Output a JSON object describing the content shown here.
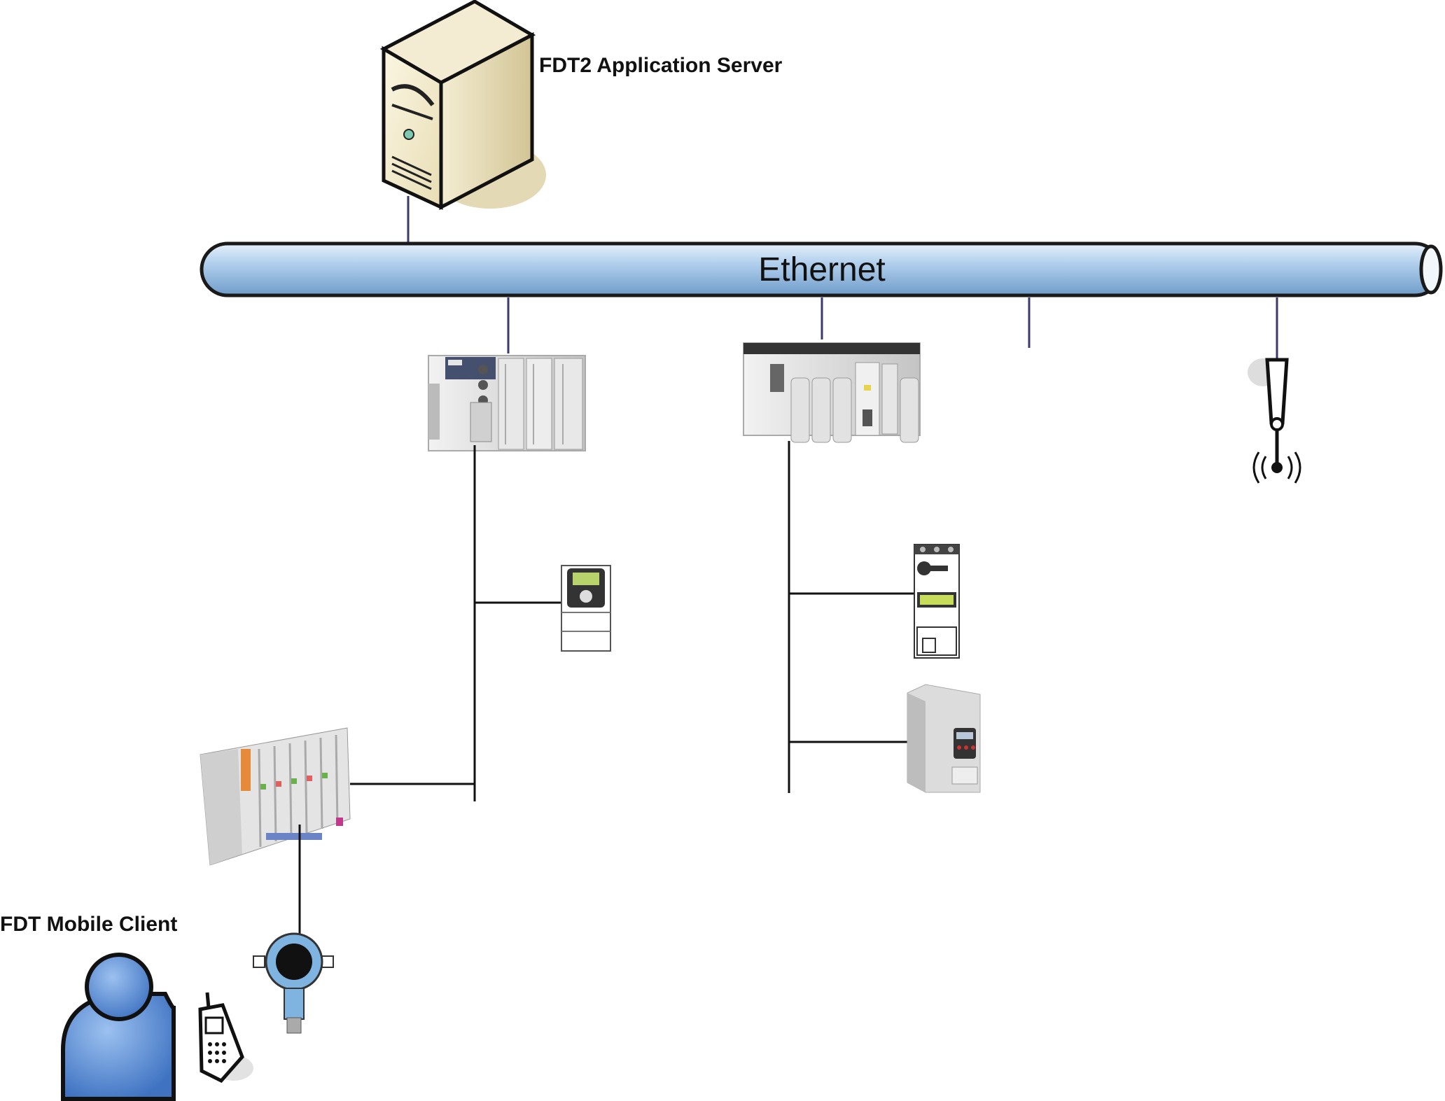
{
  "labels": {
    "server": "FDT2 Application Server",
    "bus": "Ethernet",
    "mobile_client": "FDT Mobile Client"
  },
  "colors": {
    "bus_fill": "#9dc3e6",
    "bus_stroke": "#1a1a1a",
    "person_fill": "#5b8fd6",
    "device_gray": "#d8d8d8",
    "line": "#111111",
    "link_blue": "#3a3a6e"
  },
  "icons": [
    "server-icon",
    "plc-rack-icon",
    "modular-plc-icon",
    "wireless-antenna-icon",
    "hmi-drive-icon",
    "motor-starter-icon",
    "variable-speed-drive-icon",
    "remote-io-icon",
    "pressure-transmitter-icon",
    "user-icon",
    "mobile-phone-icon"
  ]
}
